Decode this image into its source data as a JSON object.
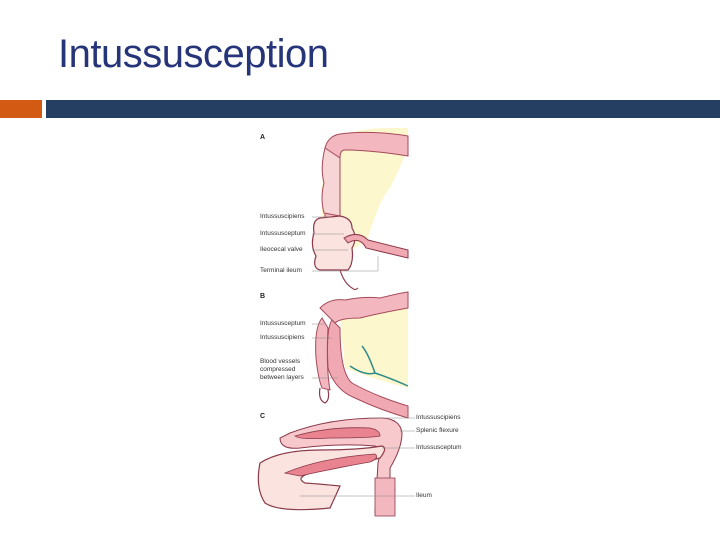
{
  "slide": {
    "title": "Intussusception",
    "colors": {
      "title": "#26357a",
      "accent_bar": "#d35a12",
      "main_bar": "#253f62"
    }
  },
  "figure": {
    "panels": [
      {
        "letter": "A",
        "labels": [
          "Intussuscipiens",
          "Intussusceptum",
          "Ileocecal valve",
          "Terminal ileum"
        ]
      },
      {
        "letter": "B",
        "labels": [
          "Intussusceptum",
          "Intussuscipiens",
          "Blood vessels",
          "compressed",
          "between layers"
        ]
      },
      {
        "letter": "C",
        "labels": [
          "Intussuscipiens",
          "Splenic flexure",
          "Intussusceptum",
          "Ileum"
        ]
      }
    ]
  }
}
